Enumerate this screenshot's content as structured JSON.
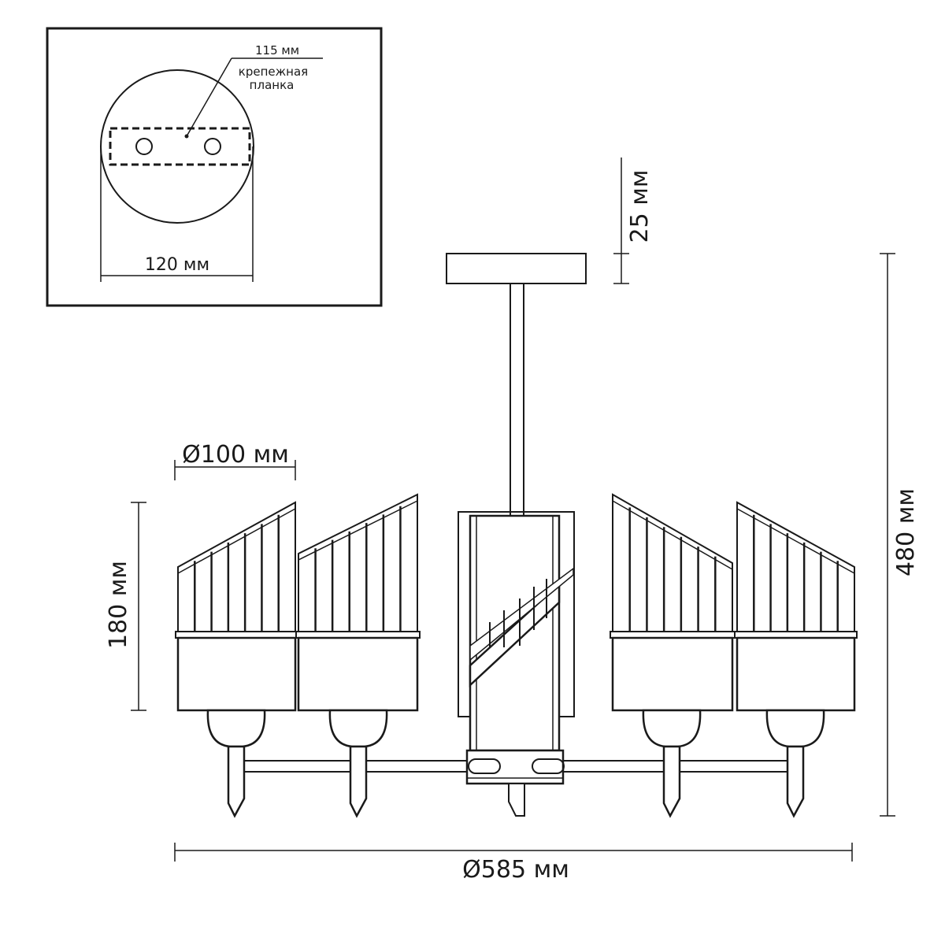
{
  "inset": {
    "plate_slot_label": "115 мм",
    "bracket_label_line1": "крепежная",
    "bracket_label_line2": "планка",
    "canopy_width_label": "120 мм"
  },
  "dimensions": {
    "canopy_height_label": "25 мм",
    "total_height_label": "480 мм",
    "shade_diameter_label": "Ø100 мм",
    "shade_height_label": "180 мм",
    "total_diameter_label": "Ø585 мм"
  },
  "colors": {
    "ink": "#1a1a1a",
    "background": "#ffffff"
  }
}
